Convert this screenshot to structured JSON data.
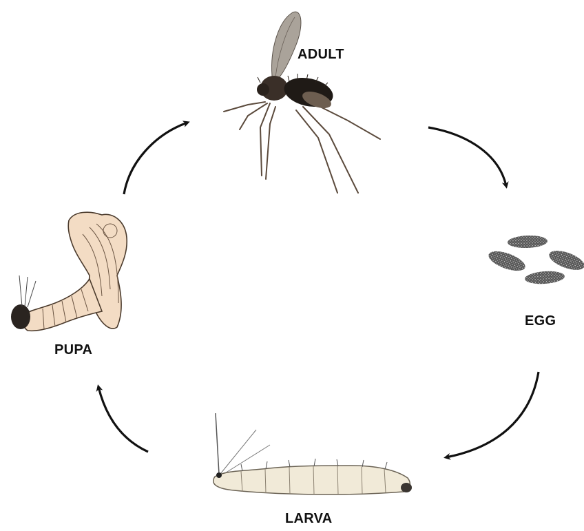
{
  "diagram": {
    "stages": [
      {
        "id": "adult",
        "label": "ADULT",
        "illustration": "sand-fly-adult-icon"
      },
      {
        "id": "egg",
        "label": "EGG",
        "illustration": "eggs-icon"
      },
      {
        "id": "larva",
        "label": "LARVA",
        "illustration": "larva-icon"
      },
      {
        "id": "pupa",
        "label": "PUPA",
        "illustration": "pupa-icon"
      }
    ],
    "cycle_order": [
      "adult",
      "egg",
      "larva",
      "pupa",
      "adult"
    ],
    "colors": {
      "arrow": "#111111",
      "body_dark": "#2a2420",
      "larva_fill": "#f1ead8",
      "pupa_fill": "#f3dcc4",
      "egg_fill": "#3a3a3a"
    }
  }
}
